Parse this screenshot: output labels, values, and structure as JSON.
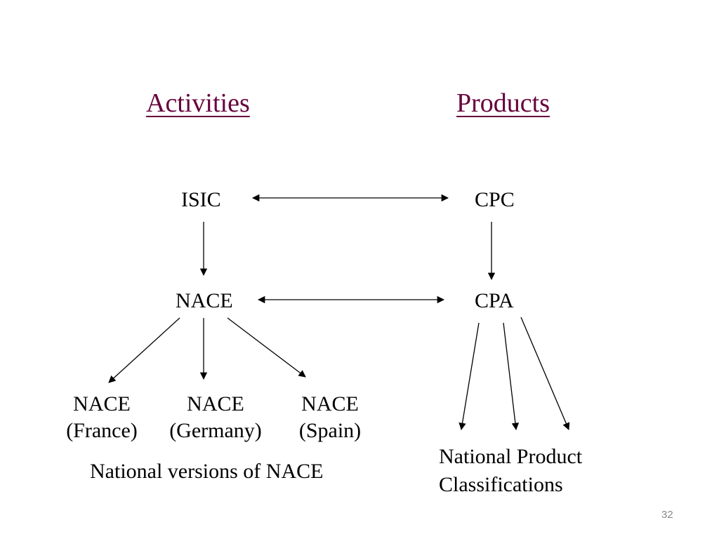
{
  "headings": {
    "activities": "Activities",
    "products": "Products"
  },
  "nodes": {
    "isic": "ISIC",
    "cpc": "CPC",
    "nace": "NACE",
    "cpa": "CPA"
  },
  "national_versions": [
    {
      "line1": "NACE",
      "line2": "(France)"
    },
    {
      "line1": "NACE",
      "line2": "(Germany)"
    },
    {
      "line1": "NACE",
      "line2": "(Spain)"
    }
  ],
  "captions": {
    "nace_versions": "National versions of NACE",
    "product_line1": "National Product",
    "product_line2": "Classifications"
  },
  "page_number": "32",
  "colors": {
    "heading": "#66033c",
    "page_number": "#8a8a8a"
  }
}
